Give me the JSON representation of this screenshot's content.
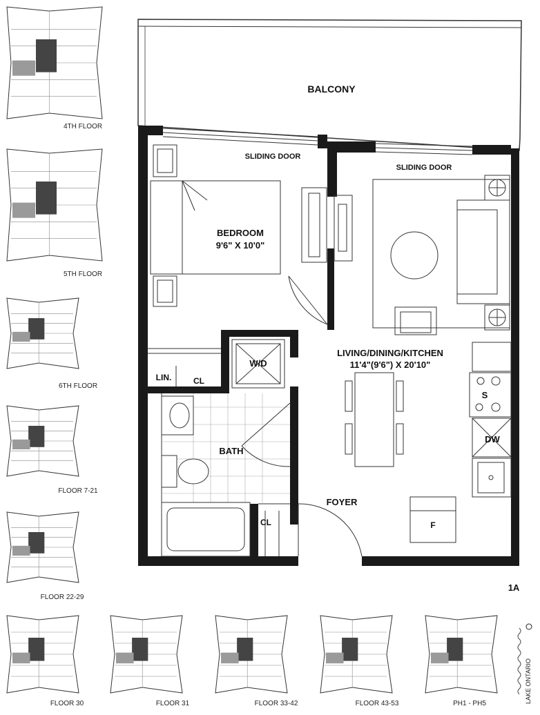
{
  "rooms": {
    "balcony": "BALCONY",
    "sliding_door_1": "SLIDING DOOR",
    "sliding_door_2": "SLIDING DOOR",
    "bedroom": "BEDROOM",
    "bedroom_size": "9'6\" X 10'0\"",
    "living": "LIVING/DINING/KITCHEN",
    "living_size": "11'4\"(9'6\") X 20'10\"",
    "wd": "W/D",
    "lin": "LIN.",
    "cl_1": "CL",
    "cl_2": "CL",
    "bath": "BATH",
    "foyer": "FOYER",
    "stove": "S",
    "dishwasher": "DW",
    "fridge": "F"
  },
  "unit_code": "1A",
  "key_plans": [
    {
      "label": "4TH FLOOR"
    },
    {
      "label": "5TH FLOOR"
    },
    {
      "label": "6TH FLOOR"
    },
    {
      "label": "FLOOR 7-21"
    },
    {
      "label": "FLOOR 22-29"
    },
    {
      "label": "FLOOR 30"
    },
    {
      "label": "FLOOR 31"
    },
    {
      "label": "FLOOR 33-42"
    },
    {
      "label": "FLOOR 43-53"
    },
    {
      "label": "PH1 - PH5"
    }
  ],
  "compass_label": "LAKE ONTARIO"
}
